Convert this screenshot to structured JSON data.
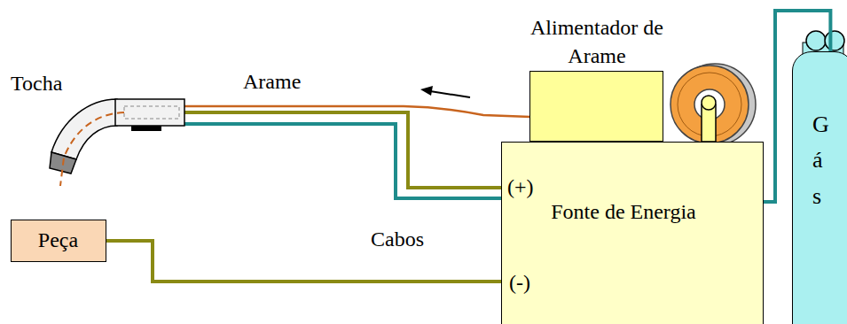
{
  "diagram": {
    "nodes": [
      {
        "text": [
          "Alimentador de Arame"
        ]
      },
      {
        "text": [
          "(+)",
          "Fonte de Energia",
          "(-)"
        ]
      },
      {
        "text": [
          "Peça"
        ]
      },
      {
        "text": [
          "Gás"
        ]
      }
    ],
    "edges": [
      {
        "from": 2,
        "to": 1,
        "arrow": "none"
      },
      {
        "from": 3,
        "to": 1,
        "arrow": "none"
      }
    ],
    "labels": [
      "Tocha",
      "Arame",
      "Cabos"
    ]
  }
}
